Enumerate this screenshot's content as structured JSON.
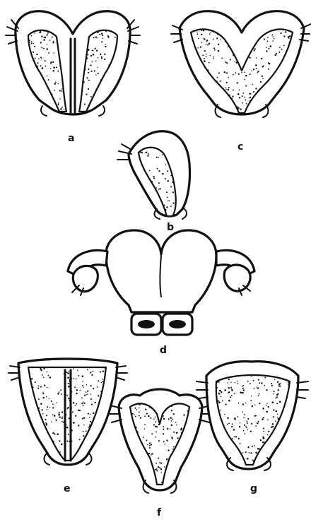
{
  "figure": {
    "panels": [
      {
        "id": "a",
        "label": "a"
      },
      {
        "id": "b",
        "label": "b"
      },
      {
        "id": "c",
        "label": "c"
      },
      {
        "id": "d",
        "label": "d"
      },
      {
        "id": "e",
        "label": "e"
      },
      {
        "id": "f",
        "label": "f"
      },
      {
        "id": "g",
        "label": "g"
      }
    ]
  },
  "colors": {
    "ink": "#111111",
    "paper": "#ffffff"
  }
}
